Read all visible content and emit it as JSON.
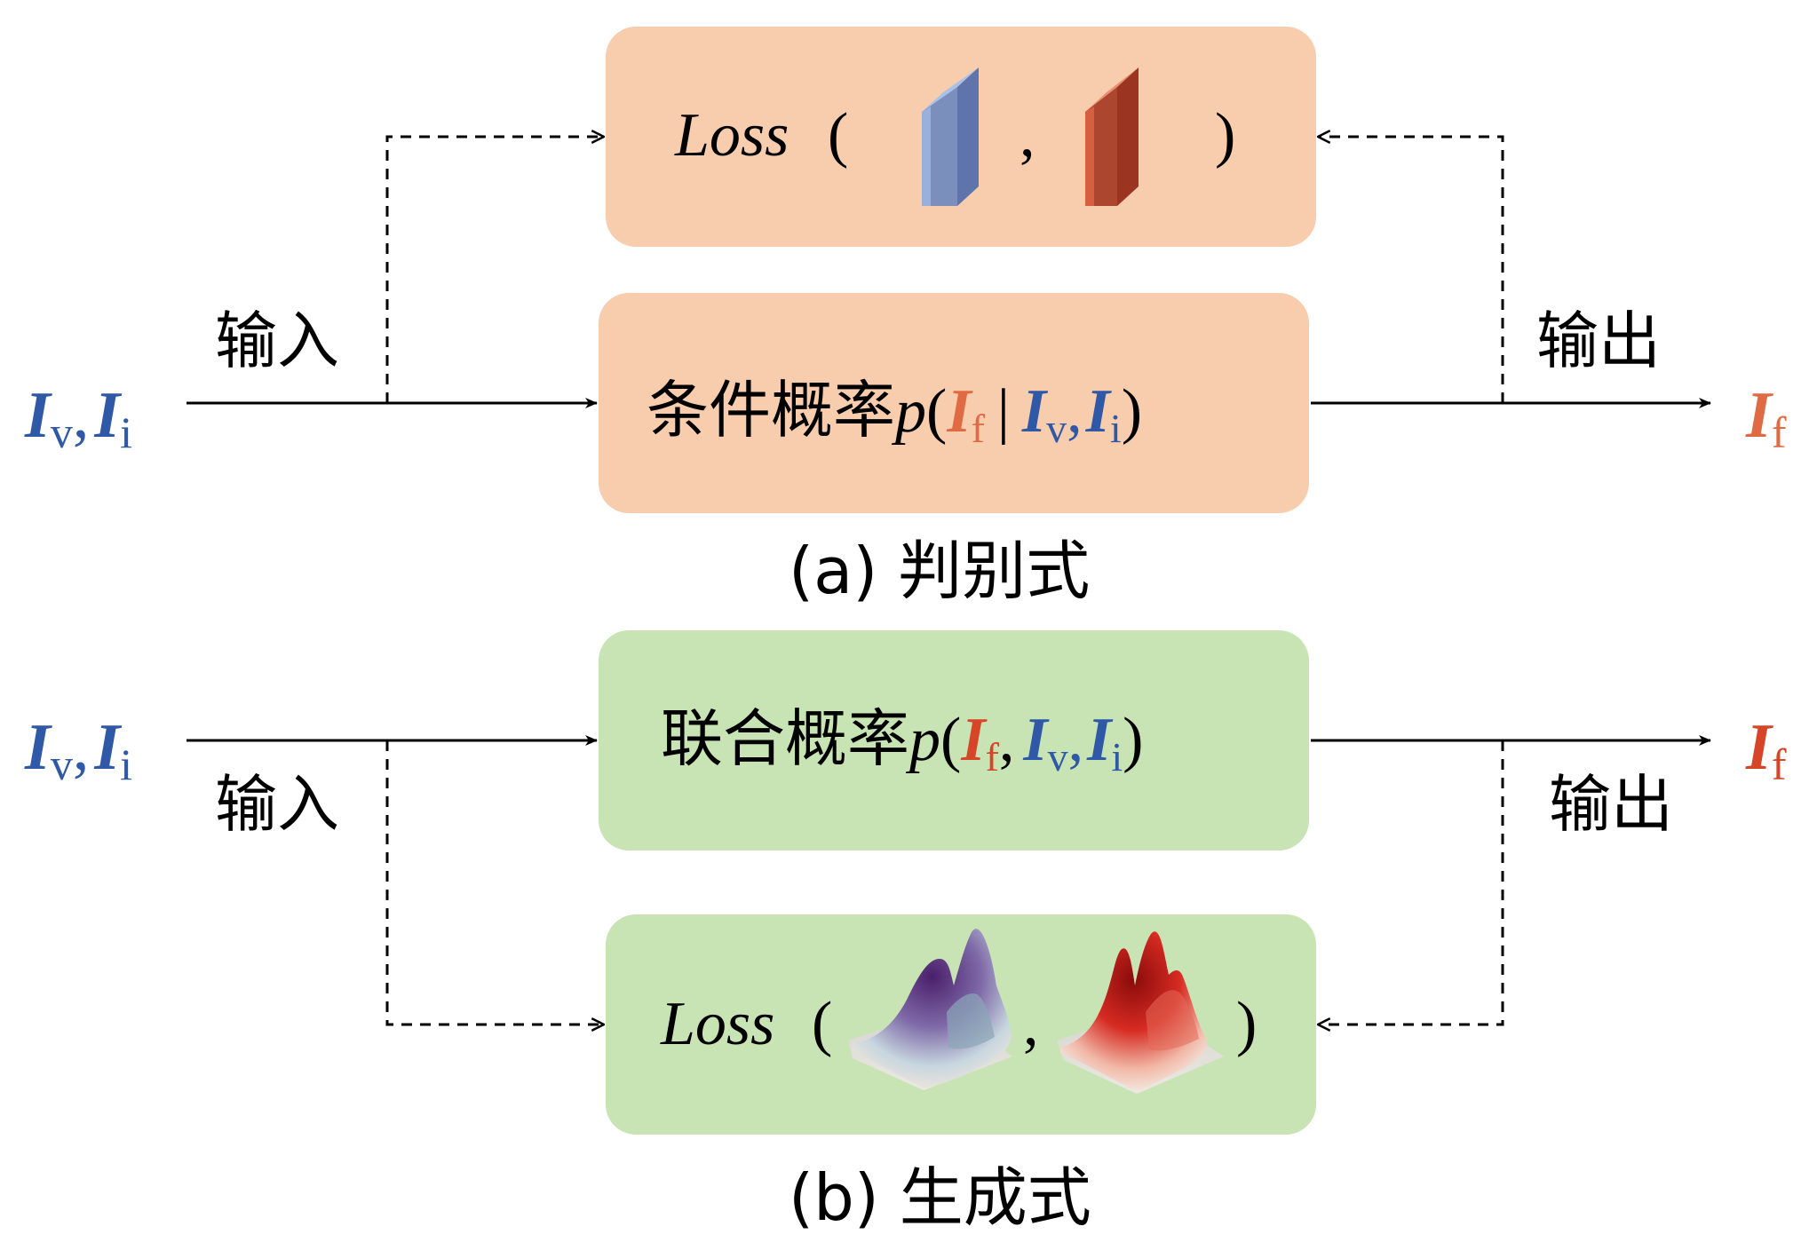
{
  "colors": {
    "blue": "#2f58a6",
    "orange": "#e06a44",
    "red": "#d64527",
    "box_orange": "#f8cdae",
    "box_green": "#c9e4b4",
    "line": "#000000"
  },
  "icons": [
    "blue-feature-map-icon",
    "red-feature-map-icon",
    "purple-gaussian-surface-icon",
    "red-gaussian-surface-icon"
  ],
  "panel_a": {
    "input_label": "输入",
    "output_label": "输出",
    "loss_word": "Loss",
    "loss_open": "(",
    "loss_comma": ",",
    "loss_close": ")",
    "model_prefix": "条件概率",
    "p": "p",
    "open_paren": "(",
    "bar": "|",
    "comma": ",",
    "close_paren": ")",
    "caption": "(a) 判别式"
  },
  "panel_b": {
    "input_label": "输入",
    "output_label": "输出",
    "loss_word": "Loss",
    "loss_open": "(",
    "loss_comma": ",",
    "loss_close": ")",
    "model_prefix": "联合概率",
    "p": "p",
    "open_paren": "(",
    "comma1": ",",
    "comma2": ",",
    "close_paren": ")",
    "caption": "(b) 生成式"
  },
  "symbols": {
    "I": "I",
    "sub_v": "v",
    "sub_i": "i",
    "sub_f": "f",
    "sep": ","
  }
}
